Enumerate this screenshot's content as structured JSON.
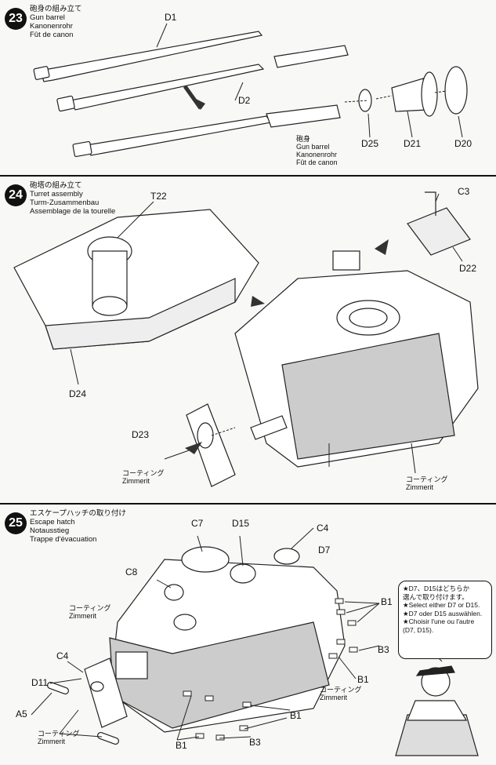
{
  "steps": [
    {
      "number": "23",
      "title_ja": "砲身の組み立て",
      "title_en": "Gun barrel",
      "title_de": "Kanonenrohr",
      "title_fr": "Fût de canon",
      "parts": [
        "D1",
        "D2",
        "D25",
        "D21",
        "D20"
      ],
      "callout": {
        "ja": "砲身",
        "en": "Gun barrel",
        "de": "Kanonenrohr",
        "fr": "Fût de canon"
      }
    },
    {
      "number": "24",
      "title_ja": "砲塔の組み立て",
      "title_en": "Turret assembly",
      "title_de": "Turm-Zusammenbau",
      "title_fr": "Assemblage de la tourelle",
      "parts": [
        "T22",
        "C3",
        "D22",
        "D24",
        "D23"
      ],
      "cement_ja": "コーティング",
      "cement_de": "Zimmerit"
    },
    {
      "number": "25",
      "title_ja": "エスケープハッチの取り付け",
      "title_en": "Escape hatch",
      "title_de": "Notausstieg",
      "title_fr": "Trappe d'évacuation",
      "parts": [
        "C7",
        "D15",
        "C4",
        "D7",
        "C8",
        "B1",
        "B3",
        "C4",
        "D11",
        "A5",
        "B1",
        "B1",
        "B3",
        "B1"
      ],
      "cement_ja": "コーティング",
      "cement_de": "Zimmerit",
      "note": [
        "★D7、D15はどちらか",
        "選んで取り付けます。",
        "★Select either D7 or D15.",
        "★D7 oder D15 auswählen.",
        "★Choisir l'une ou l'autre",
        "(D7, D15)."
      ]
    }
  ]
}
